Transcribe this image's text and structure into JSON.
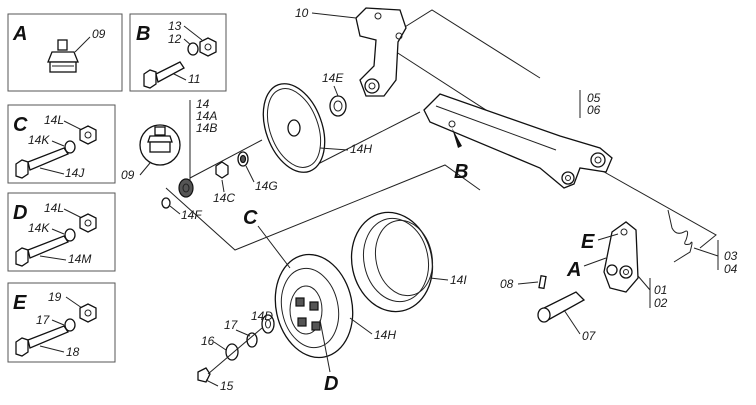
{
  "insets": {
    "A": {
      "letter": "A",
      "labels": [
        "09"
      ]
    },
    "B": {
      "letter": "B",
      "labels": [
        "13",
        "12",
        "11"
      ]
    },
    "C": {
      "letter": "C",
      "labels": [
        "14L",
        "14K",
        "14J"
      ]
    },
    "D": {
      "letter": "D",
      "labels": [
        "14L",
        "14K",
        "14M"
      ]
    },
    "E": {
      "letter": "E",
      "labels": [
        "19",
        "17",
        "18"
      ]
    }
  },
  "callouts": {
    "bracket_top": "10",
    "spacer_14E": "14E",
    "arm_05": "05",
    "arm_06": "06",
    "arm_letter": "B",
    "hub_14": "14",
    "hub_14A": "14A",
    "hub_14B": "14B",
    "plate_14H_top": "14H",
    "washer_14G": "14G",
    "nut_14C": "14C",
    "grease_09": "09",
    "washer_14F": "14F",
    "wheel_letter_C": "C",
    "tire_14I": "14I",
    "plate_14H_bottom": "14H",
    "washer_14D": "14D",
    "washer_17": "17",
    "washer_16": "16",
    "bolt_15": "15",
    "wheel_letter_D": "D",
    "bracket_E": "E",
    "bracket_A": "A",
    "spring_03": "03",
    "spring_04": "04",
    "pin_08": "08",
    "bracket_01": "01",
    "bracket_02": "02",
    "pin_07": "07"
  }
}
